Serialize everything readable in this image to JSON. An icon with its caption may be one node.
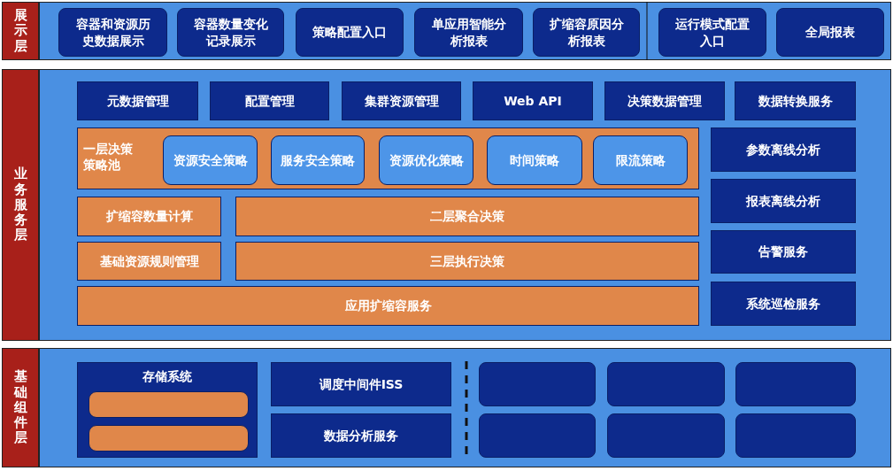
{
  "diagram": {
    "nodes": [
      {
        "text": [
          "展示层"
        ]
      },
      {
        "text": [],
        "shape": "box"
      },
      {
        "text": [
          "容器和资源历史数据展示"
        ],
        "in": 1
      },
      {
        "text": [
          "容器数量变化记录展示"
        ],
        "in": 1
      },
      {
        "text": [
          "策略配置入口"
        ],
        "in": 1
      },
      {
        "text": [
          "单应用智能分析报表"
        ],
        "in": 1
      },
      {
        "text": [
          "扩缩容原因分析报表"
        ],
        "in": 1
      },
      {
        "text": [
          "运行模式配置入口"
        ],
        "in": 1
      },
      {
        "text": [
          "全局报表"
        ],
        "in": 1
      },
      {
        "text": [
          "业务服务层"
        ]
      },
      {
        "text": [],
        "shape": "box"
      },
      {
        "text": [
          "元数据管理"
        ],
        "in": 10
      },
      {
        "text": [
          "配置管理"
        ],
        "in": 10
      },
      {
        "text": [
          "集群资源管理"
        ],
        "in": 10
      },
      {
        "text": [
          "Web API"
        ],
        "in": 10
      },
      {
        "text": [
          "决策数据管理"
        ],
        "in": 10
      },
      {
        "text": [
          "数据转换服务"
        ],
        "in": 10
      },
      {
        "text": [
          "一层决策策略池"
        ],
        "in": 10
      },
      {
        "text": [
          "资源安全策略"
        ],
        "in": 17
      },
      {
        "text": [
          "服务安全策略"
        ],
        "in": 17
      },
      {
        "text": [
          "资源优化策略"
        ],
        "in": 17
      },
      {
        "text": [
          "时间策略"
        ],
        "in": 17
      },
      {
        "text": [
          "限流策略"
        ],
        "in": 17
      },
      {
        "text": [
          "参数离线分析"
        ],
        "in": 10
      },
      {
        "text": [
          "扩缩容数量计算"
        ],
        "in": 10
      },
      {
        "text": [
          "二层聚合决策"
        ],
        "in": 10
      },
      {
        "text": [
          "报表离线分析"
        ],
        "in": 10
      },
      {
        "text": [
          "基础资源规则管理"
        ],
        "in": 10
      },
      {
        "text": [
          "三层执行决策"
        ],
        "in": 10
      },
      {
        "text": [
          "告警服务"
        ],
        "in": 10
      },
      {
        "text": [
          "应用扩缩容服务"
        ],
        "in": 10
      },
      {
        "text": [
          "系统巡检服务"
        ],
        "in": 10
      },
      {
        "text": [
          "基础组件层"
        ]
      },
      {
        "text": [],
        "shape": "box"
      },
      {
        "text": [
          "存储系统"
        ],
        "in": 33
      },
      {
        "text": [],
        "shape": "box",
        "in": 34
      },
      {
        "text": [],
        "shape": "box",
        "in": 34
      },
      {
        "text": [
          "调度中间件ISS"
        ],
        "in": 33
      },
      {
        "text": [
          "数据分析服务"
        ],
        "in": 33
      },
      {
        "text": [],
        "shape": "box",
        "in": 33
      },
      {
        "text": [],
        "shape": "box",
        "in": 33
      },
      {
        "text": [],
        "shape": "box",
        "in": 33
      },
      {
        "text": [],
        "shape": "box",
        "in": 33
      },
      {
        "text": [],
        "shape": "box",
        "in": 33
      },
      {
        "text": [],
        "shape": "box",
        "in": 33
      }
    ],
    "edges": []
  }
}
